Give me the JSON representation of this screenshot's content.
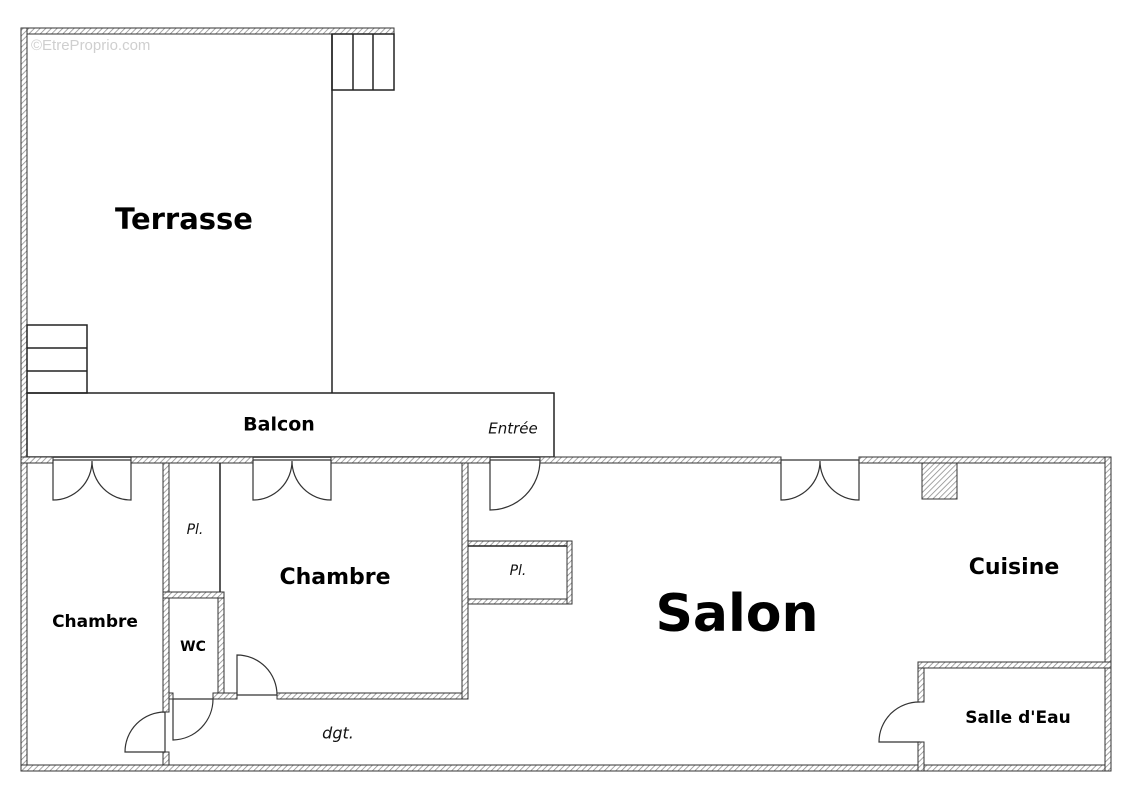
{
  "watermark": "©EtreProprio.com",
  "rooms": {
    "terrasse": "Terrasse",
    "balcon": "Balcon",
    "entree": "Entrée",
    "chambre_1": "Chambre",
    "placard_1": "Pl.",
    "wc": "WC",
    "chambre_2": "Chambre",
    "placard_2": "Pl.",
    "salon": "Salon",
    "cuisine": "Cuisine",
    "salle_eau": "Salle d'Eau",
    "degagement": "dgt."
  },
  "colors": {
    "wall_hatch": "#888888",
    "line": "#222222"
  }
}
